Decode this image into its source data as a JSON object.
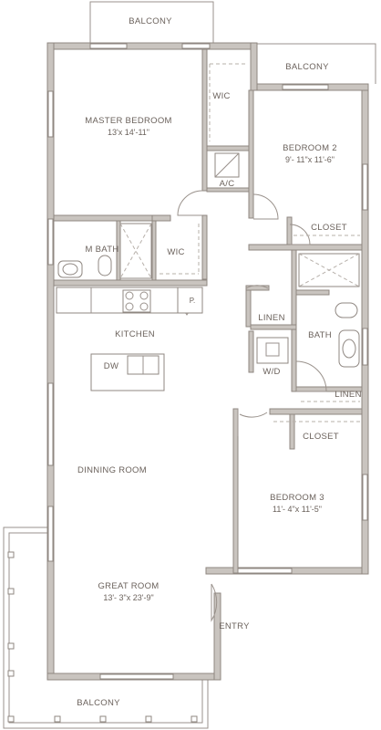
{
  "rooms": {
    "top_balcony": "BALCONY",
    "right_balcony": "BALCONY",
    "bottom_balcony": "BALCONY",
    "master_bedroom": {
      "name": "MASTER BEDROOM",
      "size": "13'x 14'-11\""
    },
    "wic_top": "WIC",
    "ac": "A/C",
    "bedroom2": {
      "name": "BEDROOM 2",
      "size": "9'- 11\"x 11'-6\""
    },
    "closet_b2": "CLOSET",
    "m_bath": "M BATH",
    "wic_mid": "WIC",
    "pantry": "P.",
    "kitchen": "KITCHEN",
    "dw": "DW",
    "linen_upper": "LINEN",
    "bath": "BATH",
    "wd": "W/D",
    "linen_lower": "LINEN",
    "closet_b3": "CLOSET",
    "bedroom3": {
      "name": "BEDROOM 3",
      "size": "11'- 4\"x 11'-5\""
    },
    "dining_room": "DINNING ROOM",
    "great_room": {
      "name": "GREAT ROOM",
      "size": "13'- 3\"x 23'-9\""
    },
    "entry": "ENTRY"
  },
  "colors": {
    "wall": "#c9c4bf",
    "outline": "#8f8781",
    "text": "#6b625c"
  }
}
